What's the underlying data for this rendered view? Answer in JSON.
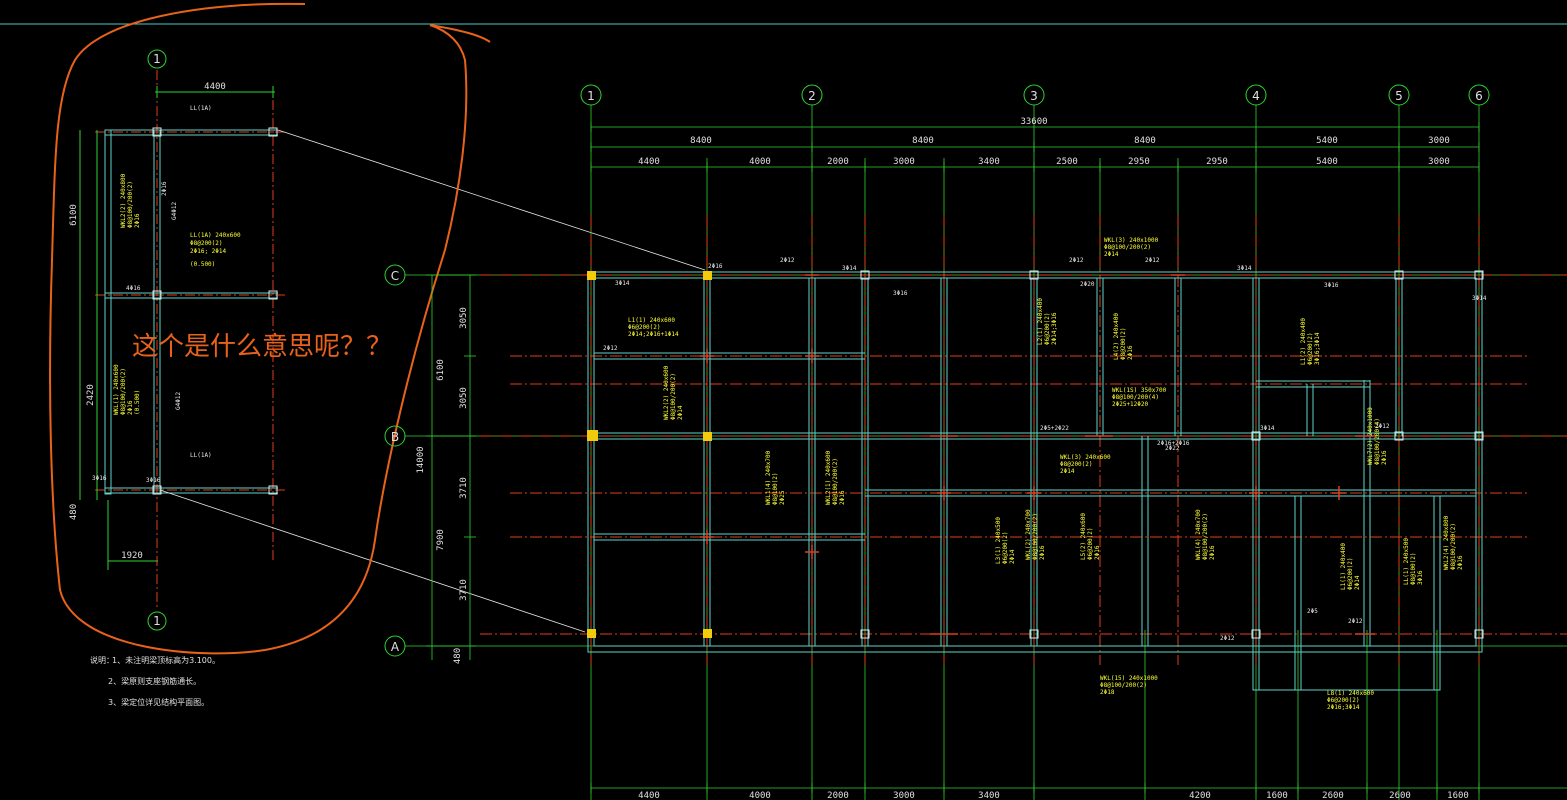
{
  "annotation": {
    "question": "这个是什么意思呢？？"
  },
  "detail": {
    "axis": "1",
    "dims": {
      "top": "4400",
      "left_total": "6100",
      "left_mid": "2420",
      "bottom": "1920",
      "left_small": "480"
    },
    "labels": {
      "ll1a": "LL(1A)",
      "ll1a_bottom": "LL(1A)",
      "wkl2": [
        "WKL2(2) 240x800",
        "Φ8@100/200(2)",
        "2Φ16"
      ],
      "ll1a_spec": [
        "LL(1A) 240x600",
        "Φ8@200(2)",
        "2Φ16;  2Φ14",
        "(0.500)"
      ],
      "wkl1": [
        "WKL(1) 240x600",
        "Φ8@100/200(2)",
        "2Φ16",
        "(0.500)"
      ],
      "small": [
        "4Φ16",
        "3Φ16",
        "3Φ16",
        "2Φ16",
        "G4Φ12",
        "G4Φ12"
      ]
    }
  },
  "notes": {
    "heading": "说明：",
    "items": [
      "1、未注明梁顶标高为3.100。",
      "2、梁原则支座钢筋通长。",
      "3、梁定位详见结构平面图。"
    ]
  },
  "plan": {
    "col_axes": [
      "1",
      "2",
      "3",
      "4",
      "5",
      "6"
    ],
    "row_axes": [
      "C",
      "B",
      "A"
    ],
    "dims_total": "33600",
    "dims_major": [
      "8400",
      "8400",
      "8400",
      "5400",
      "3000"
    ],
    "dims_minor": [
      "4400",
      "4000",
      "2000",
      "3000",
      "3400",
      "2500",
      "2950",
      "2950",
      "5400",
      "3000"
    ],
    "dims_bottom": [
      "4400",
      "4000",
      "2000",
      "3000",
      "3400",
      "4200",
      "1600",
      "2600",
      "2600",
      "1600"
    ],
    "dims_left_outer": [
      "6100",
      "14000",
      "7900",
      "480"
    ],
    "dims_left_inner": [
      "3050",
      "3050",
      "3710",
      "3710"
    ],
    "beam_labels": [
      [
        "L1(1) 240x600",
        "Φ6@200(2)",
        "2Φ14;2Φ16+1Φ14"
      ],
      [
        "WKL2(2) 240x600",
        "Φ8@100/200(2)",
        "2Φ14"
      ],
      [
        "WKL(3) 240x1000",
        "Φ8@100/200(2)",
        "2Φ14"
      ],
      [
        "L2(1) 240x400",
        "Φ6@200(2)",
        "2Φ14;3Φ16"
      ],
      [
        "L4(2) 240x400",
        "Φ8@200(2)",
        "2Φ16"
      ],
      [
        "L1(2) 240x400",
        "Φ6@200(2)",
        "3Φ16;3Φ14"
      ],
      [
        "WKL(1S) 350x700",
        "Φ8@100/200(4)",
        "2Φ25+12Φ20"
      ],
      [
        "WKL(3) 240x600",
        "Φ8@200(2)",
        "2Φ14"
      ],
      [
        "WKL1(4) 240x700",
        "Φ8@100(2)",
        "2Φ25"
      ],
      [
        "WKL2(1) 240x600",
        "Φ8@100/200(2)",
        "2Φ16"
      ],
      [
        "L3(1) 240x500",
        "Φ6@200(2)",
        "2Φ14"
      ],
      [
        "WKL(2) 240x700",
        "Φ8@100/200(2)",
        "2Φ16"
      ],
      [
        "L5(2) 240x600",
        "Φ6@200(2)",
        "2Φ16"
      ],
      [
        "WKL(4) 240x700",
        "Φ8@100/200(2)",
        "2Φ16"
      ],
      [
        "LL(1) 240x500",
        "Φ8@100(2)",
        "3Φ16"
      ],
      [
        "WKL2(4) 240x800",
        "Φ8@100/200(2)",
        "2Φ16"
      ],
      [
        "WKL(15) 240x1000",
        "Φ8@100/200(2)",
        "2Φ18"
      ],
      [
        "L8(1) 240x600",
        "Φ6@200(2)",
        "2Φ16;3Φ14"
      ],
      [
        "WKL7(2) 240x1000",
        "Φ8@100/200(4)",
        "2Φ16"
      ],
      [
        "L1(1) 240x400",
        "Φ6@200(2)",
        "2Φ14"
      ]
    ],
    "small_labels": [
      "2Φ12",
      "3Φ14",
      "3Φ14",
      "2Φ12",
      "3Φ14",
      "2Φ16",
      "3Φ14",
      "2Φ12",
      "3Φ16",
      "2Φ12",
      "2Φ20",
      "2Φ5+2Φ22",
      "2Φ16+2Φ16",
      "3Φ14",
      "2Φ12",
      "2Φ22",
      "3Φ16",
      "2Φ12",
      "2Φ5",
      "2Φ12"
    ]
  },
  "colors": {
    "background": "#000000",
    "structure": "#5fd3c8",
    "grid": "#2fd22f",
    "axis_red": "#e23d1d",
    "labels": "#ffff33",
    "column_fill": "#f2cc0c",
    "annotation": "#e8621a"
  }
}
